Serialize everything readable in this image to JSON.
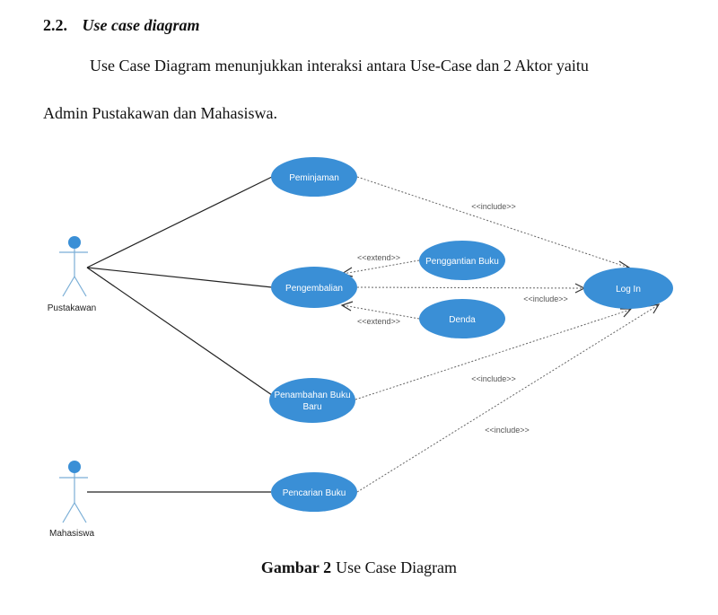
{
  "section": {
    "number": "2.2.",
    "title": "Use case diagram"
  },
  "paragraph": {
    "line1": "Use Case Diagram menunjukkan interaksi antara Use-Case dan 2 Aktor yaitu",
    "line2": "Admin Pustakawan dan Mahasiswa."
  },
  "diagram": {
    "ellipse_color": "#3a8fd6",
    "actors": [
      "Pustakawan",
      "Mahasiswa"
    ],
    "use_cases": {
      "peminjaman": "Peminjaman",
      "pengembalian": "Pengembalian",
      "penggantian": "Penggantian Buku",
      "denda": "Denda",
      "login": "Log In",
      "penambahan_1": "Penambahan Buku",
      "penambahan_2": "Baru",
      "pencarian": "Pencarian Buku"
    },
    "relations": {
      "include_peminjaman": "<<include>>",
      "extend_penggantian": "<<extend>>",
      "include_pengembalian": "<<include>>",
      "extend_denda": "<<extend>>",
      "include_penambahan": "<<include>>",
      "include_pencarian": "<<include>>"
    }
  },
  "caption": {
    "label": "Gambar 2",
    "text": "Use Case Diagram"
  }
}
